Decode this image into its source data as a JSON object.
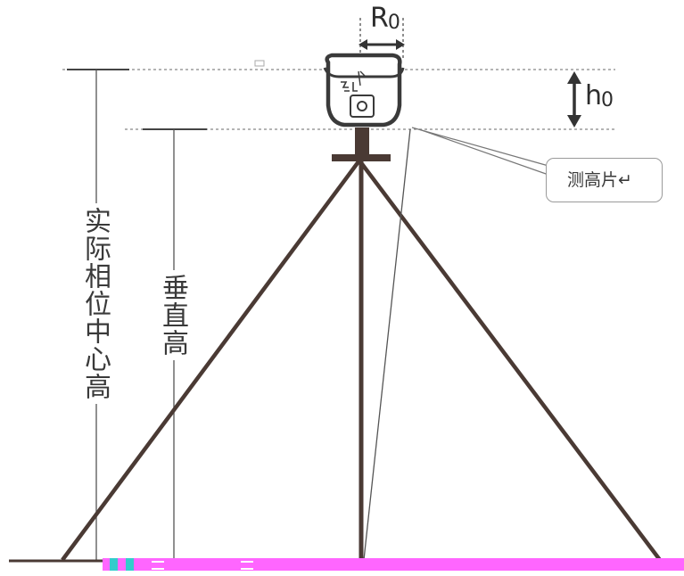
{
  "labels": {
    "r0_main": "R",
    "r0_sub": "0",
    "h0_main": "h",
    "h0_sub": "0",
    "callout": "测高片↵",
    "actual_phase_center_height": "实际相位中心高",
    "vertical_height": "垂直高"
  },
  "colors": {
    "tripod": "#4a3a34",
    "guide_line": "#555555",
    "dashed_line": "#888888",
    "ground_strip": "#ff66ff"
  }
}
